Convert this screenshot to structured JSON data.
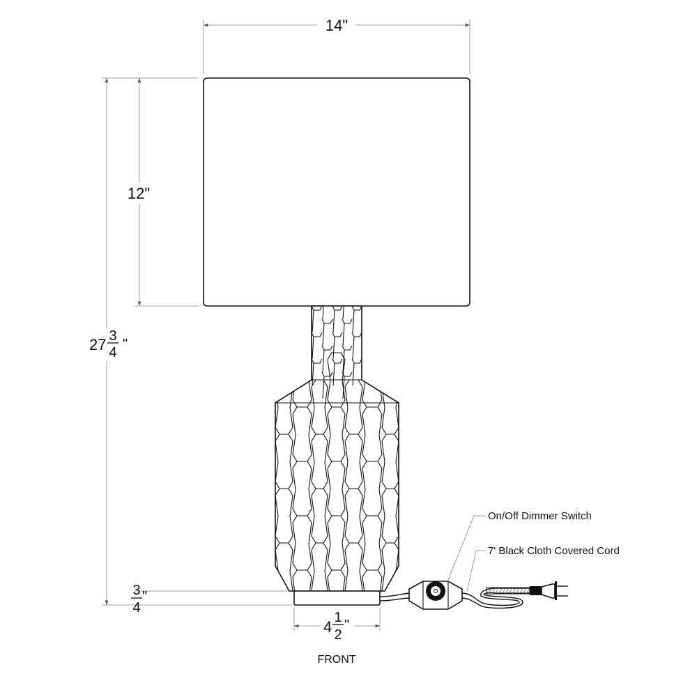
{
  "dimensions": {
    "shade_width": "14\"",
    "shade_height": "12\"",
    "overall_height_whole": "27",
    "overall_height_num": "3",
    "overall_height_den": "4",
    "base_height_num": "3",
    "base_height_den": "4",
    "base_width_whole": "4",
    "base_width_num": "1",
    "base_width_den": "2",
    "inch_mark": "\""
  },
  "callouts": {
    "switch": "On/Off Dimmer Switch",
    "cord": "7' Black Cloth Covered Cord"
  },
  "view_label": "FRONT",
  "colors": {
    "line": "#111111",
    "dimension": "#888888"
  }
}
